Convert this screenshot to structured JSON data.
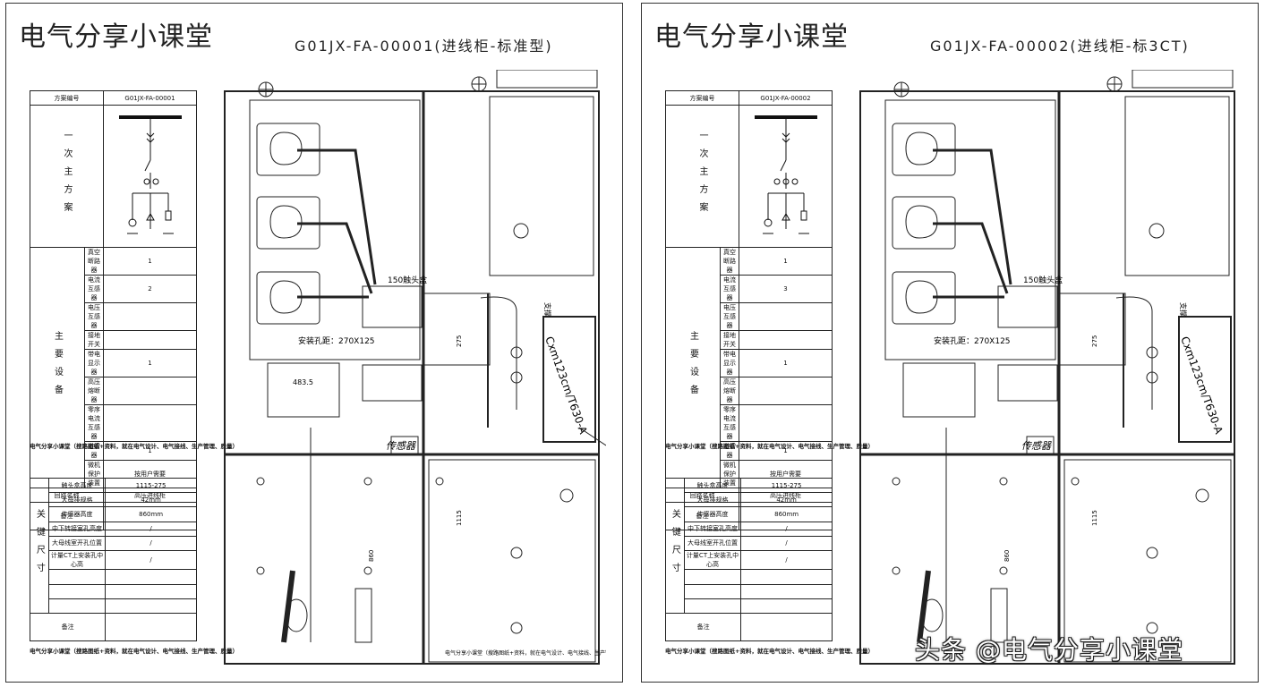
{
  "brand": "电气分享小课堂",
  "watermark": "头条 @电气分享小课堂",
  "sheets": [
    {
      "code_title": "G01JX-FA-00001(进线柜-标准型)",
      "scheme_no_label": "方案编号",
      "scheme_no": "G01JX-FA-00001",
      "primary_label": "一次主方案",
      "main_equipment_label": "主要设备",
      "equipment": [
        {
          "name": "真空断路器",
          "qty": "1"
        },
        {
          "name": "电流互感器",
          "qty": "2"
        },
        {
          "name": "电压互感器",
          "qty": ""
        },
        {
          "name": "接地开关",
          "qty": ""
        },
        {
          "name": "带电显示器",
          "qty": "1"
        },
        {
          "name": "高压熔断器",
          "qty": ""
        },
        {
          "name": "零序电流互感器",
          "qty": ""
        },
        {
          "name": "避雷器",
          "qty": "1"
        },
        {
          "name": "微机保护装置",
          "qty": "按用户需要"
        }
      ],
      "circuit_label": "回路名称",
      "circuit_value": "高压进线柜",
      "remark_label": "备注",
      "footer": "电气分享小课堂（搜路图纸+资料，就在电气设计、电气接线、生产管理、质量）",
      "key_dim_label": "关键尺寸",
      "dims": [
        {
          "name": "触头盒高度",
          "value": "1115-275"
        },
        {
          "name": "大母排规格",
          "value": "42mm"
        },
        {
          "name": "传感器高度",
          "value": "860mm"
        },
        {
          "name": "中下转接室孔高度",
          "value": "/"
        },
        {
          "name": "大母线室开孔位置",
          "value": "/"
        },
        {
          "name": "计量CT上安装孔中心高",
          "value": "/"
        },
        {
          "name": "",
          "value": ""
        },
        {
          "name": "",
          "value": ""
        },
        {
          "name": "",
          "value": ""
        }
      ],
      "dim_remark_label": "备注",
      "footer2": "电气分享小课堂（搜路图纸+资料，就在电气设计、电气接线、生产管理、质量）",
      "drawing": {
        "label_box": "150触头盒",
        "label_hole": "安装孔距：270X125",
        "label_sensor": "传感器",
        "label_cable": "Cxm123cm/T630-A",
        "label_width": "483.5",
        "dim_275": "275",
        "dim_1115": "1115",
        "dim_860": "860",
        "label_ebar": "支撑",
        "bottom_note": "电气分享小课堂（搜路图纸+资料，就在电气设计、电气接线、生产管理、质量）"
      }
    },
    {
      "code_title": "G01JX-FA-00002(进线柜-标3CT)",
      "scheme_no_label": "方案编号",
      "scheme_no": "G01JX-FA-00002",
      "primary_label": "一次主方案",
      "main_equipment_label": "主要设备",
      "equipment": [
        {
          "name": "真空断路器",
          "qty": "1"
        },
        {
          "name": "电流互感器",
          "qty": "3"
        },
        {
          "name": "电压互感器",
          "qty": ""
        },
        {
          "name": "接地开关",
          "qty": ""
        },
        {
          "name": "带电显示器",
          "qty": "1"
        },
        {
          "name": "高压熔断器",
          "qty": ""
        },
        {
          "name": "零序电流互感器",
          "qty": ""
        },
        {
          "name": "避雷器",
          "qty": "1"
        },
        {
          "name": "微机保护装置",
          "qty": "按用户需要"
        }
      ],
      "circuit_label": "回路名称",
      "circuit_value": "高压进线柜",
      "remark_label": "备注",
      "footer": "电气分享小课堂（搜路图纸+资料，就在电气设计、电气接线、生产管理、质量）",
      "key_dim_label": "关键尺寸",
      "dims": [
        {
          "name": "触头盒高度",
          "value": "1115-275"
        },
        {
          "name": "大母排规格",
          "value": "42mm"
        },
        {
          "name": "传感器高度",
          "value": "860mm"
        },
        {
          "name": "中下转接室孔高度",
          "value": "/"
        },
        {
          "name": "大母线室开孔位置",
          "value": "/"
        },
        {
          "name": "计量CT上安装孔中心高",
          "value": "/"
        },
        {
          "name": "",
          "value": ""
        },
        {
          "name": "",
          "value": ""
        },
        {
          "name": "",
          "value": ""
        }
      ],
      "dim_remark_label": "备注",
      "footer2": "电气分享小课堂（搜路图纸+资料，就在电气设计、电气接线、生产管理、质量）",
      "drawing": {
        "label_box": "150触头盒",
        "label_hole": "安装孔距：270X125",
        "label_sensor": "传感器",
        "label_cable": "Cxm123cm/T630-A",
        "label_width": "",
        "dim_275": "275",
        "dim_1115": "1115",
        "dim_860": "860",
        "label_ebar": "支撑",
        "bottom_note": ""
      }
    }
  ]
}
